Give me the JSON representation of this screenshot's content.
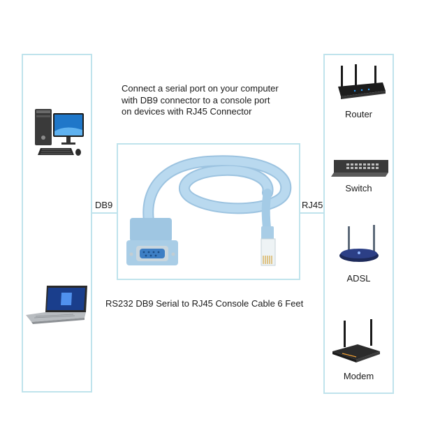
{
  "instruction_lines": [
    "Connect a serial port on your computer",
    "with DB9 connector to a console port",
    "on  devices with RJ45 Connector"
  ],
  "connectors": {
    "left": "DB9",
    "right": "RJ45"
  },
  "caption": "RS232 DB9 Serial to RJ45 Console Cable 6 Feet",
  "devices": [
    {
      "label": "Router",
      "icon": "router-icon"
    },
    {
      "label": "Switch",
      "icon": "switch-icon"
    },
    {
      "label": "ADSL",
      "icon": "adsl-modem-icon"
    },
    {
      "label": "Modem",
      "icon": "modem-icon"
    }
  ],
  "computers": [
    {
      "icon": "desktop-computer-icon"
    },
    {
      "icon": "laptop-icon"
    }
  ],
  "colors": {
    "panel_border": "#bfe3ec",
    "cable": "#a9cde6",
    "db9_plug": "#3d7ec4"
  }
}
